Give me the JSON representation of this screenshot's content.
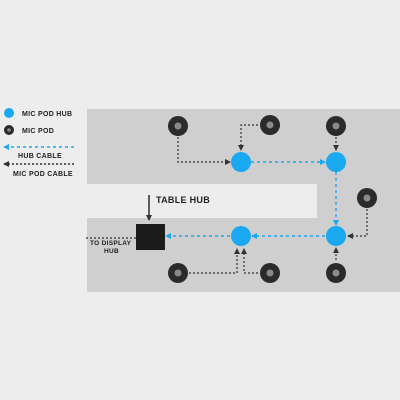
{
  "legend": {
    "mic_pod_hub": "MIC POD HUB",
    "mic_pod": "MIC POD",
    "hub_cable": "HUB CABLE",
    "mic_pod_cable": "MIC POD CABLE"
  },
  "labels": {
    "table_hub": "TABLE HUB",
    "to_display_line1": "TO DISPLAY",
    "to_display_line2": "HUB"
  },
  "colors": {
    "background": "#ededed",
    "table": "#cfcfcf",
    "hub": "#1aa9f0",
    "hub_cable": "#1aa9f0",
    "pod_outer": "#2b2b2b",
    "pod_inner": "#8a8a8a",
    "mic_pod_cable": "#333333",
    "table_hub": "#1c1c1c"
  }
}
